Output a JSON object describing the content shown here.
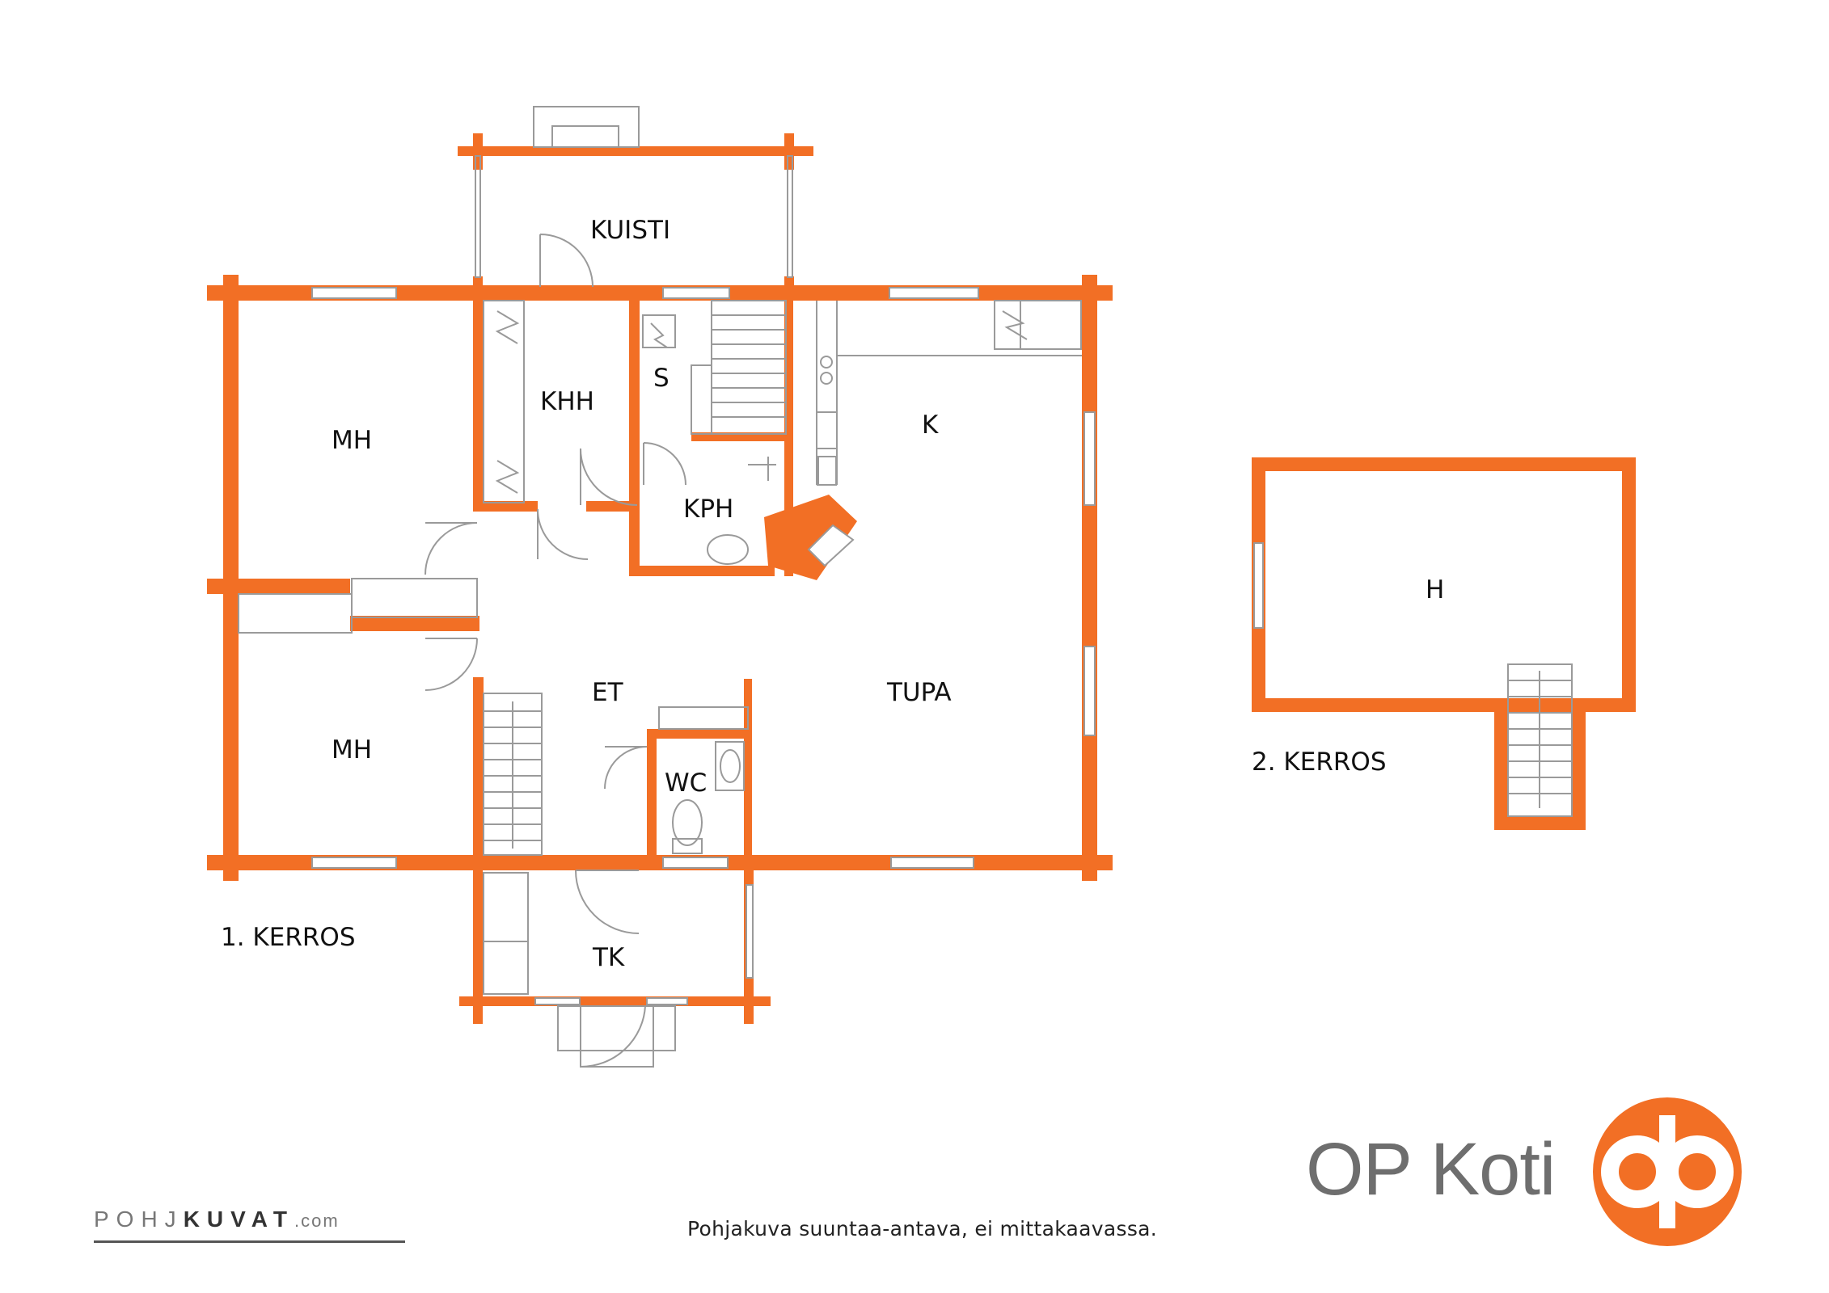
{
  "rooms": {
    "kuisti": "KUISTI",
    "khh": "KHH",
    "s": "S",
    "mh_top": "MH",
    "k": "K",
    "kph": "KPH",
    "et": "ET",
    "tupa": "TUPA",
    "mh_bottom": "MH",
    "wc": "WC",
    "tk": "TK",
    "h": "H"
  },
  "floors": {
    "first": "1. KERROS",
    "second": "2. KERROS"
  },
  "footer": {
    "disclaimer": "Pohjakuva suuntaa-antava, ei mittakaavassa.",
    "brand": "OP Koti",
    "watermark_a": "POHJ",
    "watermark_b": "KUVAT",
    "watermark_c": ".com"
  },
  "colors": {
    "wall": "#f26f25",
    "logo": "#f26f25",
    "fixtures": "#9a9a9a"
  }
}
